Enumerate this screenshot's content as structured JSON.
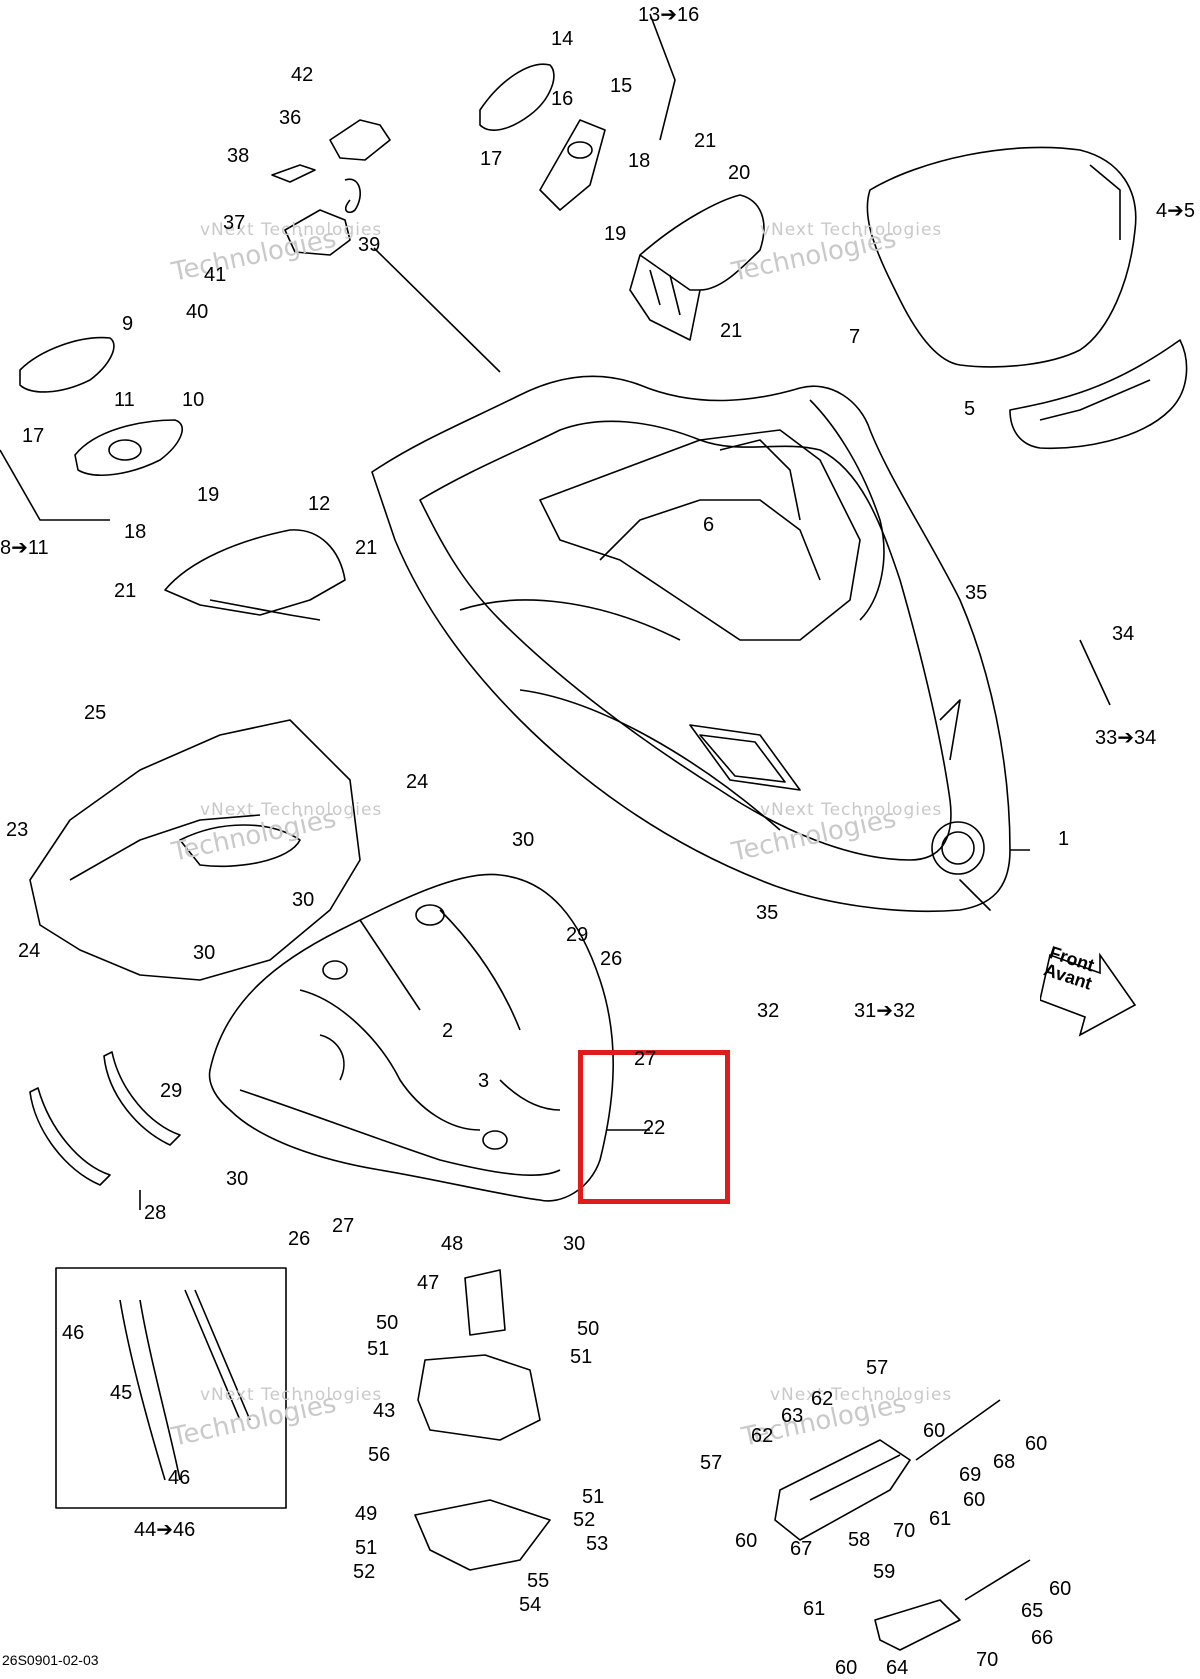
{
  "labels": {
    "l1": "1",
    "l2": "2",
    "l3": "3",
    "l4": "4➔5",
    "l5": "5",
    "l6": "6",
    "l7": "7",
    "l8": "8➔11",
    "l9": "9",
    "l10": "10",
    "l11": "11",
    "l12": "12",
    "l13": "13➔16",
    "l14": "14",
    "l15": "15",
    "l16": "16",
    "l17a": "17",
    "l17b": "17",
    "l18a": "18",
    "l18b": "18",
    "l19a": "19",
    "l19b": "19",
    "l20": "20",
    "l21a": "21",
    "l21b": "21",
    "l21c": "21",
    "l21d": "21",
    "l22": "22",
    "l23": "23",
    "l24a": "24",
    "l24b": "24",
    "l25": "25",
    "l26a": "26",
    "l26b": "26",
    "l27a": "27",
    "l27b": "27",
    "l28": "28",
    "l29a": "29",
    "l29b": "29",
    "l30a": "30",
    "l30b": "30",
    "l30c": "30",
    "l30d": "30",
    "l30e": "30",
    "l31": "31➔32",
    "l32": "32",
    "l33": "33➔34",
    "l34": "34",
    "l35a": "35",
    "l35b": "35",
    "l36": "36",
    "l37": "37",
    "l38": "38",
    "l39": "39",
    "l40": "40",
    "l41": "41",
    "l42": "42",
    "l43": "43",
    "l44": "44➔46",
    "l45": "45",
    "l46a": "46",
    "l46b": "46",
    "l47": "47",
    "l48": "48",
    "l49": "49",
    "l50a": "50",
    "l50b": "50",
    "l51a": "51",
    "l51b": "51",
    "l51c": "51",
    "l51d": "51",
    "l52a": "52",
    "l52b": "52",
    "l53": "53",
    "l54": "54",
    "l55": "55",
    "l56": "56",
    "l57a": "57",
    "l57b": "57",
    "l58": "58",
    "l59": "59",
    "l60a": "60",
    "l60b": "60",
    "l60c": "60",
    "l60d": "60",
    "l60e": "60",
    "l60f": "60",
    "l61a": "61",
    "l61b": "61",
    "l62a": "62",
    "l62b": "62",
    "l63": "63",
    "l64": "64",
    "l65": "65",
    "l66": "66",
    "l67": "67",
    "l68": "68",
    "l69": "69",
    "l70a": "70",
    "l70b": "70"
  },
  "front_arrow": {
    "line1": "Front",
    "line2": "Avant"
  },
  "watermark": {
    "line1": "vNext Technologies",
    "line2": "Technologies"
  },
  "reference": "26S0901-02-03",
  "highlight": {
    "color": "#e01b1b",
    "part": "22"
  }
}
